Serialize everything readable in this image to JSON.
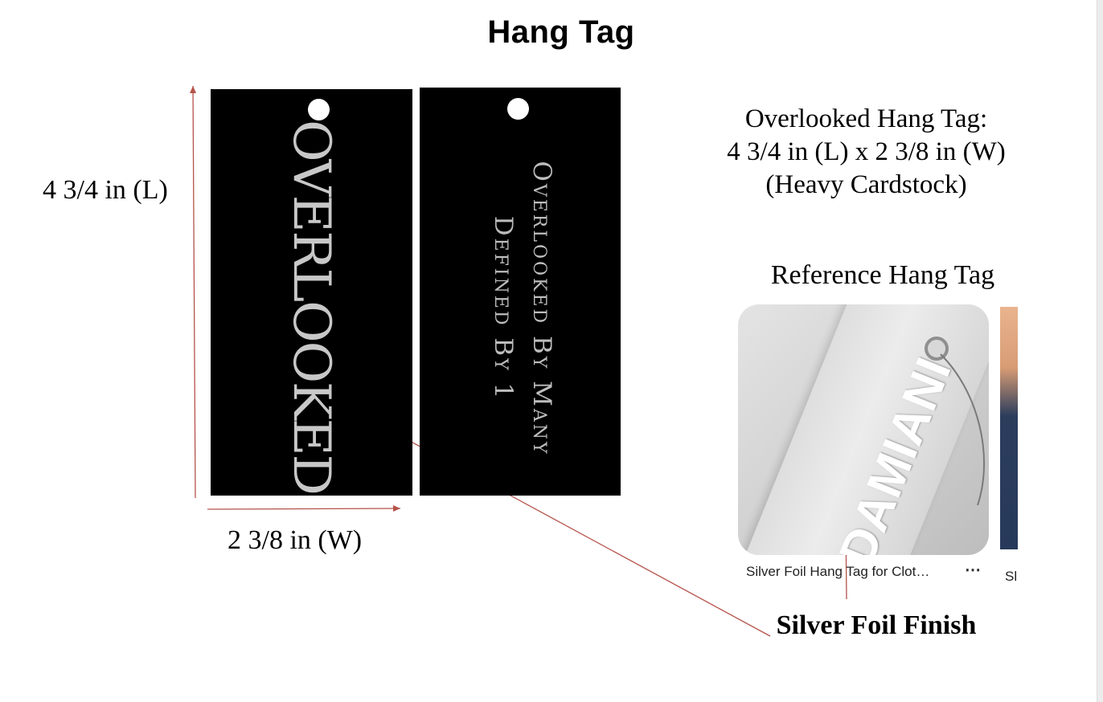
{
  "title": "Hang Tag",
  "dimensions": {
    "length_label": "4 3/4 in (L)",
    "width_label": "2 3/8 in (W)"
  },
  "front_tag": {
    "logo_text": "OVERLOOKED"
  },
  "back_tag": {
    "line1": "Overlooked By Many",
    "line2": "Defined By 1"
  },
  "spec": {
    "line1": "Overlooked Hang Tag:",
    "line2": "4 3/4 in (L) x 2 3/8 in (W)",
    "line3": "(Heavy Cardstock)"
  },
  "reference": {
    "title": "Reference Hang Tag",
    "photo_word": "DAMIANI",
    "caption": "Silver Foil Hang Tag for Clot…",
    "more_icon": "ellipsis-icon",
    "caption2": "Sl"
  },
  "finish_label": "Silver Foil Finish",
  "colors": {
    "arrow": "#b5524a",
    "tag": "#000000",
    "foil": "#c8c8c8"
  }
}
